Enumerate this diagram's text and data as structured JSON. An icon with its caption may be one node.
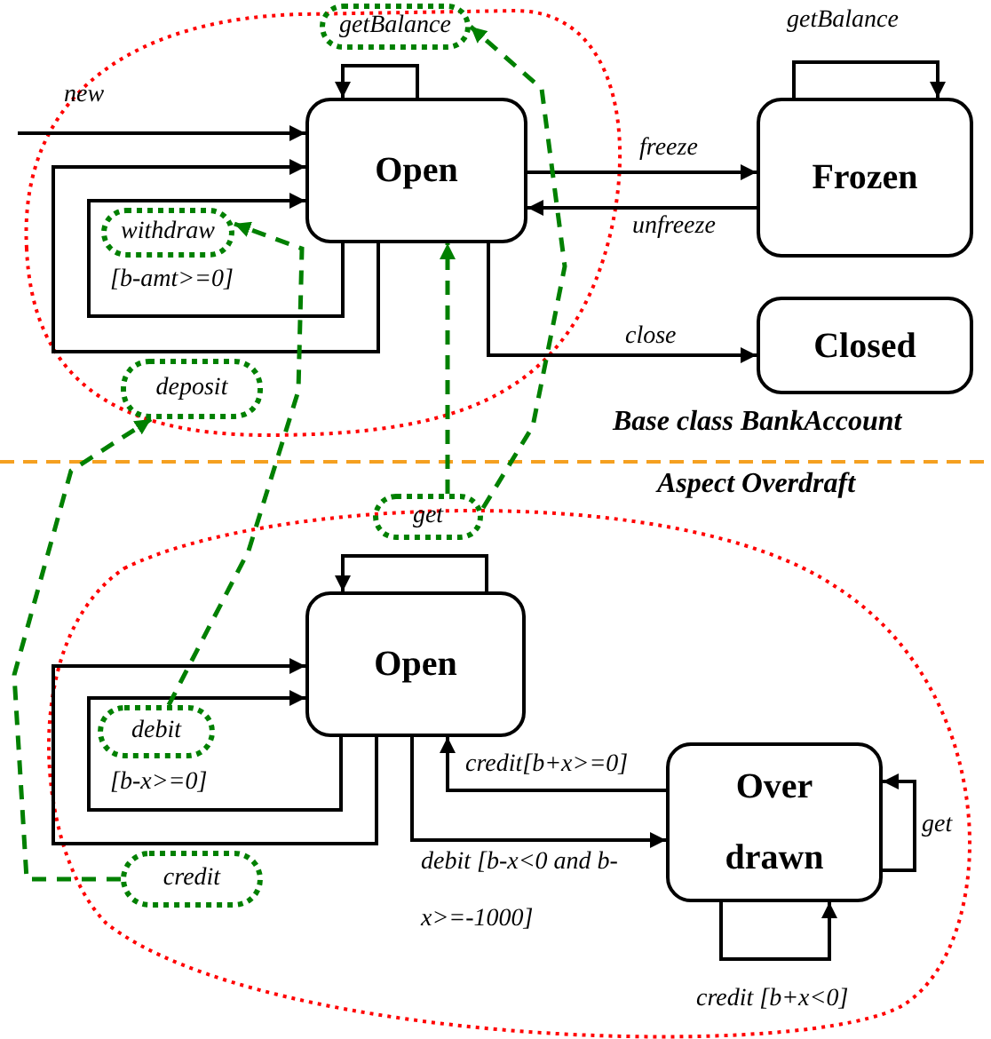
{
  "diagram": {
    "nodes": [
      {
        "text": [
          "Open"
        ]
      },
      {
        "text": [
          "Frozen"
        ]
      },
      {
        "text": [
          "Closed"
        ]
      },
      {
        "text": [
          "Open"
        ]
      },
      {
        "text": [
          "Over drawn"
        ]
      },
      {
        "text": [
          "getBalance"
        ]
      },
      {
        "text": [
          "withdraw"
        ]
      },
      {
        "text": [
          "deposit"
        ]
      },
      {
        "text": [
          "get"
        ]
      },
      {
        "text": [
          "debit"
        ]
      },
      {
        "text": [
          "credit"
        ]
      }
    ],
    "edges": [
      {
        "from": null,
        "to": 0,
        "arrow": "to",
        "label": "new"
      },
      {
        "from": 0,
        "to": 0,
        "arrow": "to"
      },
      {
        "from": 0,
        "to": 0,
        "arrow": "to"
      },
      {
        "from": 0,
        "to": 0,
        "arrow": "to",
        "label": "[b-amt>=0]"
      },
      {
        "from": 0,
        "to": 1,
        "arrow": "to",
        "label": "freeze"
      },
      {
        "from": 1,
        "to": 0,
        "arrow": "to",
        "label": "unfreeze"
      },
      {
        "from": 0,
        "to": 2,
        "arrow": "to",
        "label": "close"
      },
      {
        "from": 1,
        "to": 1,
        "arrow": "to",
        "label": "getBalance"
      },
      {
        "from": 3,
        "to": 3,
        "arrow": "to"
      },
      {
        "from": 3,
        "to": 3,
        "arrow": "to"
      },
      {
        "from": 3,
        "to": 3,
        "arrow": "to",
        "label": "[b-x>=0]"
      },
      {
        "from": 3,
        "to": 4,
        "arrow": "to",
        "label": "debit [b-x<0 and b-x>=-1000]"
      },
      {
        "from": 4,
        "to": 3,
        "arrow": "to",
        "label": "credit[b+x>=0]"
      },
      {
        "from": 4,
        "to": 4,
        "arrow": "to",
        "label": "get"
      },
      {
        "from": 4,
        "to": 4,
        "arrow": "to",
        "label": "credit [b+x<0]"
      },
      {
        "from": 8,
        "to": 0,
        "arrow": "to",
        "style": "dashed",
        "color": "#008000"
      },
      {
        "from": 8,
        "to": 5,
        "arrow": "to",
        "style": "dashed",
        "color": "#008000"
      },
      {
        "from": 9,
        "to": 6,
        "arrow": "to",
        "style": "dashed",
        "color": "#008000"
      },
      {
        "from": 10,
        "to": 7,
        "arrow": "to",
        "style": "dashed",
        "color": "#008000"
      }
    ],
    "labels": [
      "Base class BankAccount",
      "Aspect Overdraft"
    ]
  }
}
